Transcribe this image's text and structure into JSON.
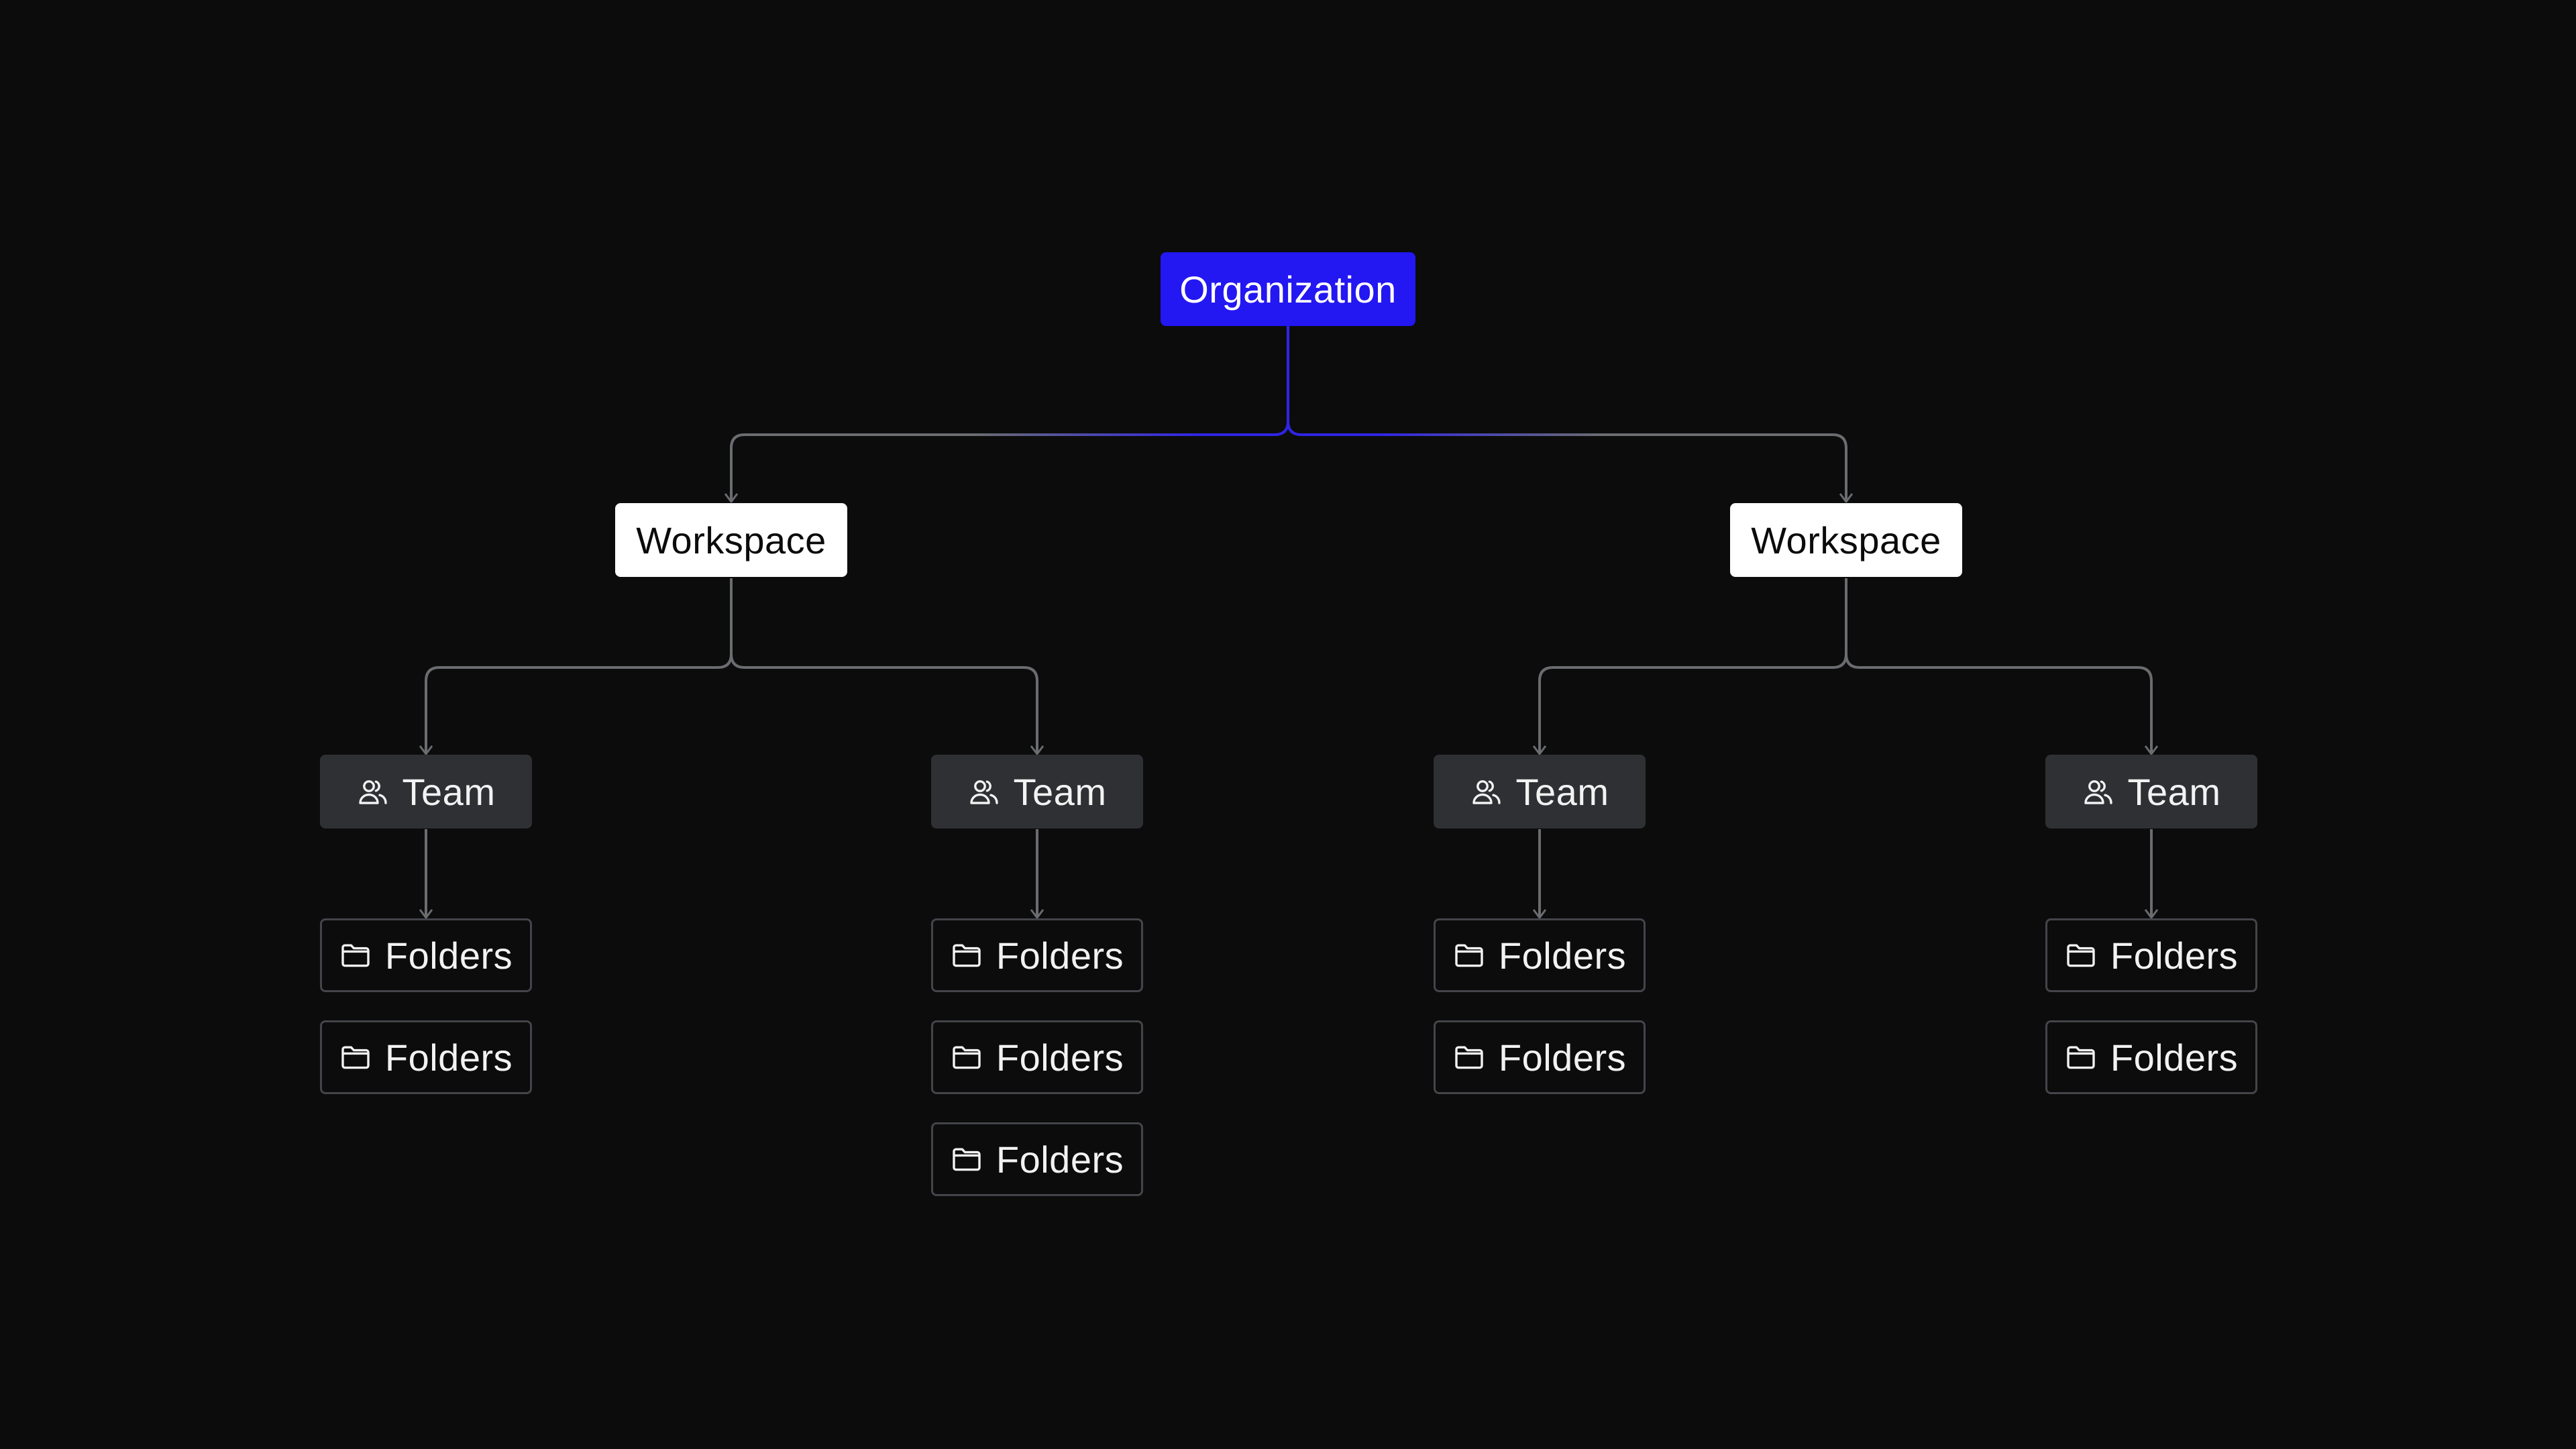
{
  "diagram": {
    "organization": {
      "label": "Organization"
    },
    "workspaces": [
      {
        "label": "Workspace",
        "teams": [
          {
            "label": "Team",
            "icon": "users-icon",
            "folders": [
              "Folders",
              "Folders"
            ]
          },
          {
            "label": "Team",
            "icon": "users-icon",
            "folders": [
              "Folders",
              "Folders",
              "Folders"
            ]
          }
        ]
      },
      {
        "label": "Workspace",
        "teams": [
          {
            "label": "Team",
            "icon": "users-icon",
            "folders": [
              "Folders",
              "Folders"
            ]
          },
          {
            "label": "Team",
            "icon": "users-icon",
            "folders": [
              "Folders",
              "Folders"
            ]
          }
        ]
      }
    ],
    "folder_icon": "folder-icon",
    "colors": {
      "background": "#0c0c0c",
      "organization": "#2317f2",
      "workspace": "#ffffff",
      "team": "#2f3033",
      "folder_border": "#43454a",
      "connector": "#6a6c70",
      "highlight_connector": "#2f24e6"
    }
  }
}
